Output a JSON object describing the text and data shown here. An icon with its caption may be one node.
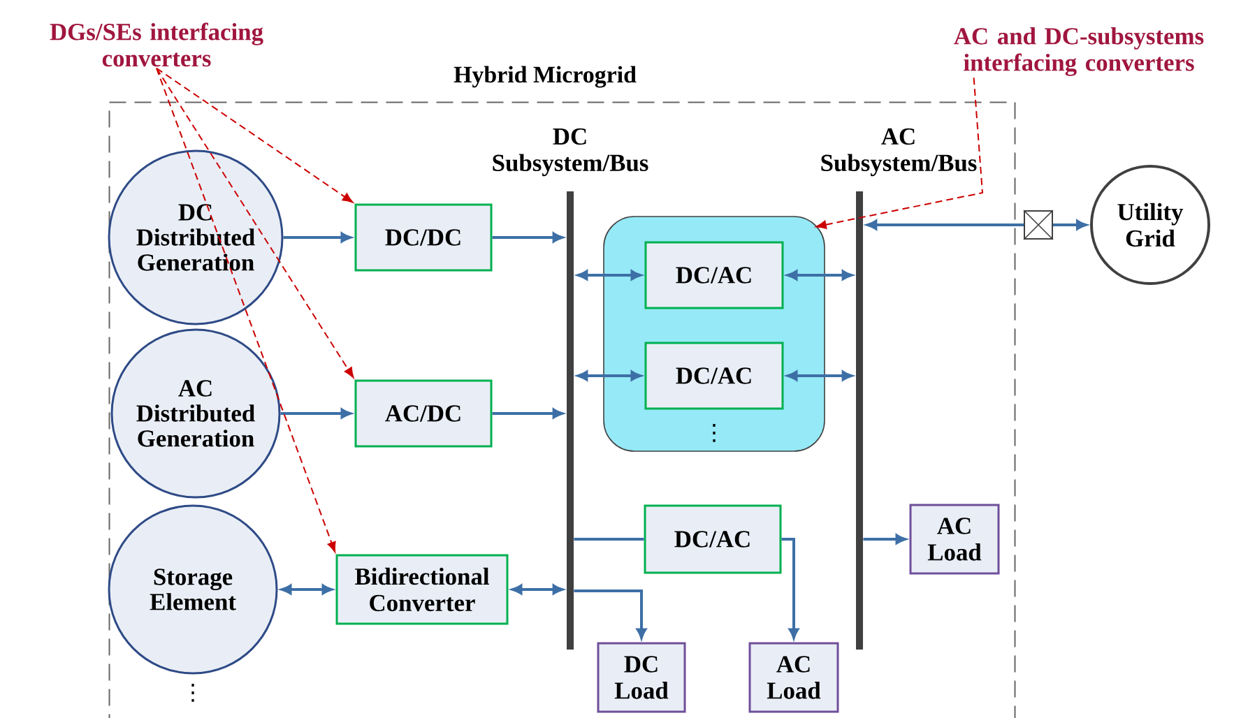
{
  "diagram": {
    "nodes": [
      {
        "text": [
          "Hybrid Microgrid"
        ]
      },
      {
        "text": [
          "DGs/SEs interfacing converters"
        ]
      },
      {
        "text": [
          "AC and DC-subsystems interfacing converters"
        ]
      },
      {
        "text": [
          "DC Distributed Generation"
        ],
        "in": 0
      },
      {
        "text": [
          "AC Distributed Generation"
        ],
        "in": 0
      },
      {
        "text": [
          "Storage Element"
        ],
        "in": 0
      },
      {
        "text": [
          "DC/DC"
        ],
        "in": 0
      },
      {
        "text": [
          "AC/DC"
        ],
        "in": 0
      },
      {
        "text": [
          "Bidirectional Converter"
        ],
        "in": 0
      },
      {
        "text": [
          "DC Subsystem/Bus"
        ],
        "in": 0
      },
      {
        "text": [
          "AC Subsystem/Bus"
        ],
        "in": 0
      },
      {
        "text": [],
        "shape": "box",
        "in": 0
      },
      {
        "text": [
          "DC/AC"
        ],
        "in": 11
      },
      {
        "text": [
          "DC/AC"
        ],
        "in": 11
      },
      {
        "text": [
          "DC/AC"
        ],
        "in": 0
      },
      {
        "text": [
          "AC Load"
        ],
        "in": 0
      },
      {
        "text": [
          "DC Load"
        ],
        "in": 0
      },
      {
        "text": [
          "AC Load"
        ],
        "in": 0
      },
      {
        "text": [
          "Utility Grid"
        ]
      },
      {
        "text": [],
        "shape": "box"
      }
    ],
    "edges": [
      {
        "from": 3,
        "to": 6,
        "arrow": "to"
      },
      {
        "from": 6,
        "to": 9,
        "arrow": "to"
      },
      {
        "from": 4,
        "to": 7,
        "arrow": "to"
      },
      {
        "from": 7,
        "to": 9,
        "arrow": "to"
      },
      {
        "from": 5,
        "to": 8,
        "arrow": "both"
      },
      {
        "from": 8,
        "to": 9,
        "arrow": "both"
      },
      {
        "from": 9,
        "to": 12,
        "arrow": "both"
      },
      {
        "from": 12,
        "to": 10,
        "arrow": "both"
      },
      {
        "from": 9,
        "to": 13,
        "arrow": "both"
      },
      {
        "from": 13,
        "to": 10,
        "arrow": "both"
      },
      {
        "from": 9,
        "to": 14,
        "arrow": "none"
      },
      {
        "from": 14,
        "to": 17,
        "arrow": "to"
      },
      {
        "from": 9,
        "to": 16,
        "arrow": "to"
      },
      {
        "from": 10,
        "to": 15,
        "arrow": "to"
      },
      {
        "from": 19,
        "to": 10,
        "arrow": "to"
      },
      {
        "from": 19,
        "to": 18,
        "arrow": "to"
      },
      {
        "from": 1,
        "to": 6,
        "arrow": "to",
        "style": "dashed",
        "color": "#cc0000"
      },
      {
        "from": 1,
        "to": 7,
        "arrow": "to",
        "style": "dashed",
        "color": "#cc0000"
      },
      {
        "from": 1,
        "to": 8,
        "arrow": "to",
        "style": "dashed",
        "color": "#cc0000"
      },
      {
        "from": 2,
        "to": 11,
        "arrow": "to",
        "style": "dashed",
        "color": "#cc0000"
      }
    ],
    "labels": [
      "⋮",
      "⋮"
    ]
  }
}
